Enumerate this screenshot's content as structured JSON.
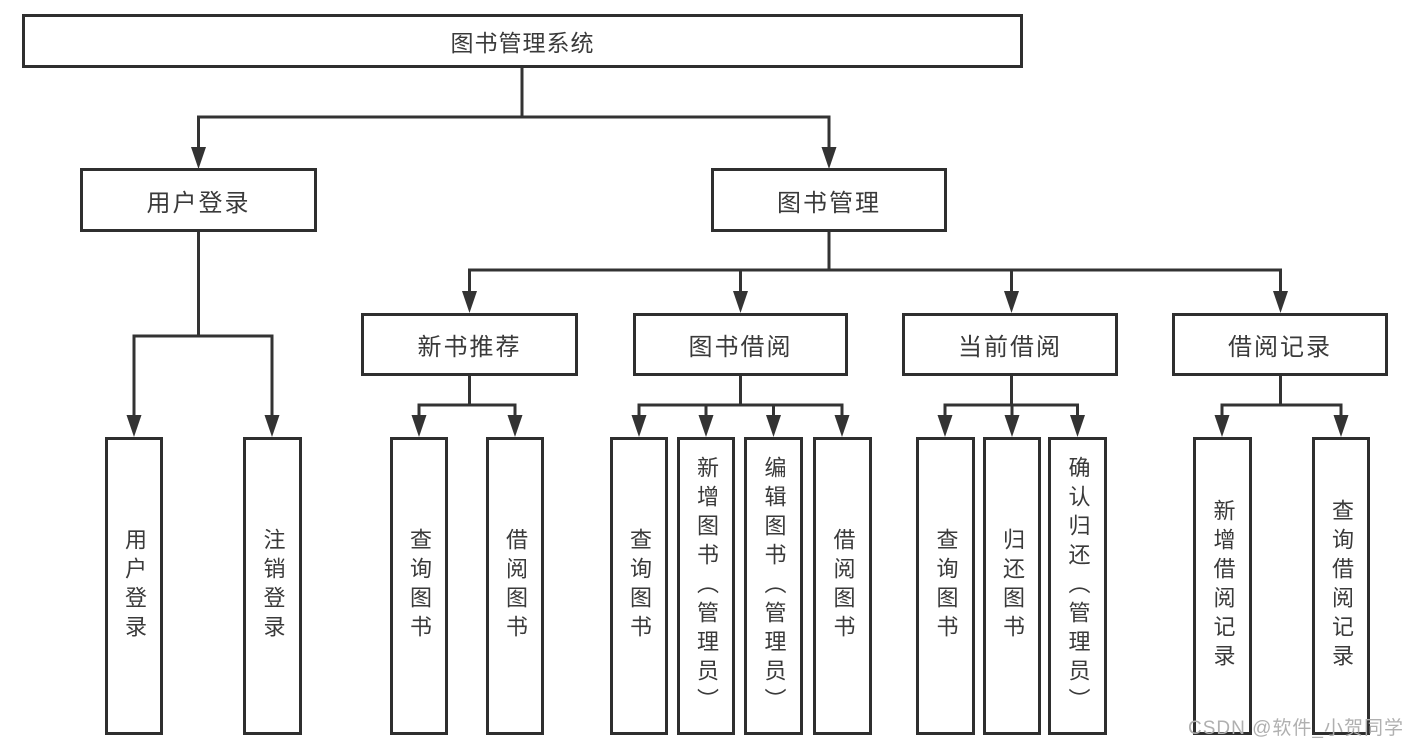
{
  "colors": {
    "line": "#333333",
    "box_border": "#2f2f2f",
    "text": "#3a3a3a",
    "box_background": "#ffffff",
    "page_background": "#ffffff",
    "watermark": "#b0b0b0"
  },
  "watermark": "CSDN @软件_小贺同学",
  "diagram": {
    "root": {
      "label": "图书管理系统"
    },
    "branches": [
      {
        "label": "用户登录",
        "children": [
          {
            "label": "用户登录"
          },
          {
            "label": "注销登录"
          }
        ]
      },
      {
        "label": "图书管理",
        "children": [
          {
            "label": "新书推荐",
            "children": [
              {
                "label": "查询图书"
              },
              {
                "label": "借阅图书"
              }
            ]
          },
          {
            "label": "图书借阅",
            "children": [
              {
                "label": "查询图书"
              },
              {
                "label": "新增图书（管理员）"
              },
              {
                "label": "编辑图书（管理员）"
              },
              {
                "label": "借阅图书"
              }
            ]
          },
          {
            "label": "当前借阅",
            "children": [
              {
                "label": "查询图书"
              },
              {
                "label": "归还图书"
              },
              {
                "label": "确认归还（管理员）"
              }
            ]
          },
          {
            "label": "借阅记录",
            "children": [
              {
                "label": "新增借阅记录"
              },
              {
                "label": "查询借阅记录"
              }
            ]
          }
        ]
      }
    ]
  }
}
